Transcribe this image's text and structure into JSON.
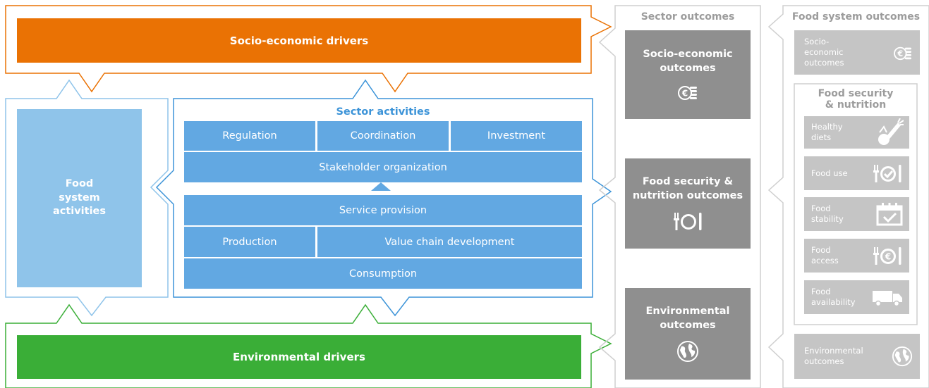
{
  "drivers": {
    "socio_economic": "Socio-economic drivers",
    "environmental": "Environmental drivers"
  },
  "food_system_activities": "Food system activities",
  "sector_activities": {
    "title": "Sector activities",
    "row1": [
      "Regulation",
      "Coordination",
      "Investment"
    ],
    "stakeholder": "Stakeholder organization",
    "service": "Service provision",
    "production": "Production",
    "value_chain": "Value chain development",
    "consumption": "Consumption"
  },
  "sector_outcomes": {
    "title": "Sector outcomes",
    "socio_economic": "Socio-economic outcomes",
    "food_security": "Food security & nutrition outcomes",
    "environmental": "Environmental outcomes"
  },
  "food_system_outcomes": {
    "title": "Food system outcomes",
    "socio_economic": "Socio-economic outcomes",
    "fsn_title": "Food security & nutrition",
    "items": [
      {
        "label": "Healthy diets",
        "icon": "vegetables-icon"
      },
      {
        "label": "Food use",
        "icon": "cutlery-check-icon"
      },
      {
        "label": "Food stability",
        "icon": "calendar-check-icon"
      },
      {
        "label": "Food access",
        "icon": "cutlery-euro-icon"
      },
      {
        "label": "Food availability",
        "icon": "truck-icon"
      }
    ],
    "environmental": "Environmental outcomes"
  },
  "colors": {
    "orange": "#ea7204",
    "green": "#3aae37",
    "light_blue": "#8fc4ea",
    "blue": "#62a8e2",
    "dark_grey": "#8f8f8f",
    "light_grey": "#c5c5c5"
  }
}
